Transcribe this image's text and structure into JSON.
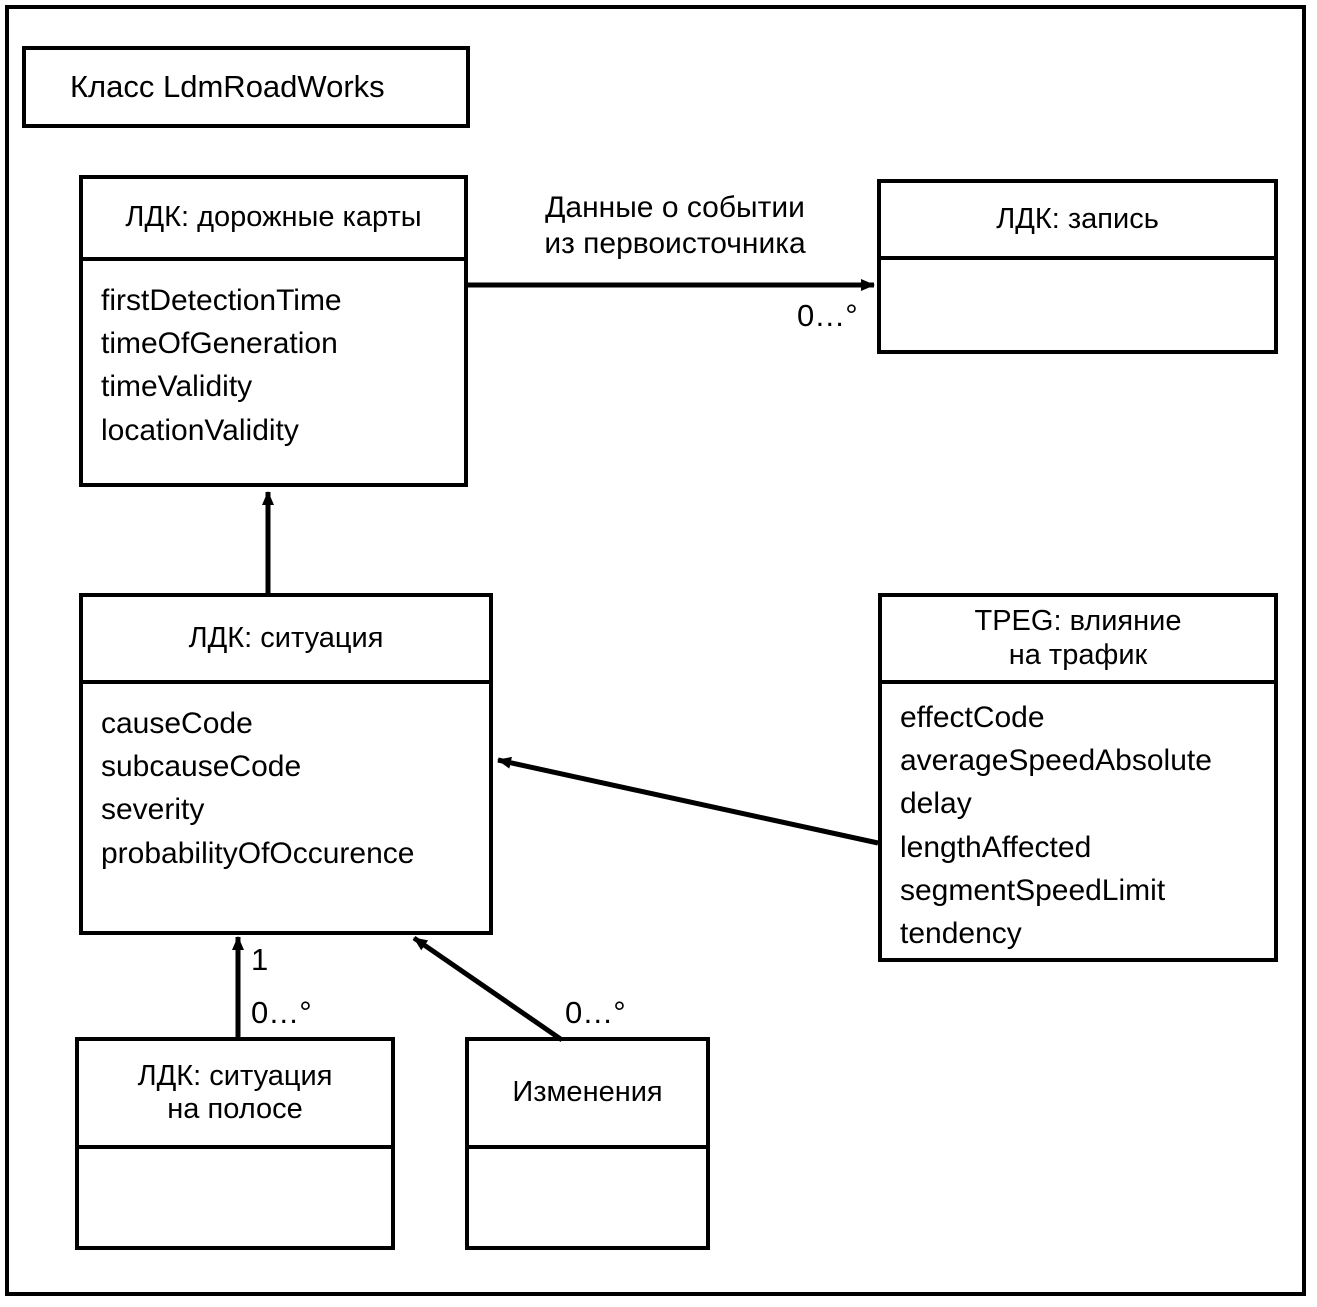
{
  "diagram": {
    "title_box": {
      "label": "Класс LdmRoadWorks"
    },
    "classes": {
      "road_maps": {
        "name": "ЛДК: дорожные карты",
        "attributes": [
          "firstDetectionTime",
          "timeOfGeneration",
          "timeValidity",
          "locationValidity"
        ]
      },
      "record": {
        "name": "ЛДК: запись",
        "attributes": []
      },
      "situation": {
        "name": "ЛДК: ситуация",
        "attributes": [
          "causeCode",
          "subcauseCode",
          "severity",
          "probabilityOfOccurence"
        ]
      },
      "tpeg_traffic_impact": {
        "name": "TPEG: влияние\nна трафик",
        "attributes": [
          "effectCode",
          "averageSpeedAbsolute",
          "delay",
          "lengthAffected",
          "segmentSpeedLimit",
          "tendency"
        ]
      },
      "lane_situation": {
        "name": "ЛДК: ситуация\nна полосе",
        "attributes": []
      },
      "changes": {
        "name": "Изменения",
        "attributes": []
      }
    },
    "edges": {
      "road_maps_to_record": {
        "label": "Данные о событии\nиз первоисточника",
        "multiplicity_target": "0…°"
      },
      "situation_to_road_maps": {
        "label": "",
        "multiplicity": ""
      },
      "tpeg_to_situation": {
        "label": ""
      },
      "lane_situation_to_situation": {
        "multiplicity_source": "1",
        "multiplicity_target": "0…°"
      },
      "changes_to_situation": {
        "multiplicity_target": "0…°"
      }
    },
    "colors": {
      "stroke": "#000000",
      "fill": "#ffffff"
    }
  }
}
